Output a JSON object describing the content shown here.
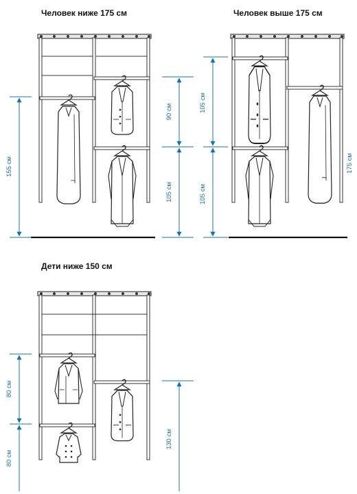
{
  "panels": {
    "below175": {
      "title": "Человек ниже 175 см",
      "dims": {
        "total": "155 см",
        "upper": "90 см",
        "lower": "105 см"
      }
    },
    "above175": {
      "title": "Человек выше 175 см",
      "dims": {
        "upper": "105 см",
        "lower": "105 см",
        "long": "175 см"
      }
    },
    "children": {
      "title": "Дети ниже 150 см",
      "dims": {
        "upper": "80 см",
        "lower": "80 см",
        "right": "130 см"
      }
    }
  },
  "colors": {
    "dimension": "#1d6fa8",
    "frame": "#333333"
  }
}
